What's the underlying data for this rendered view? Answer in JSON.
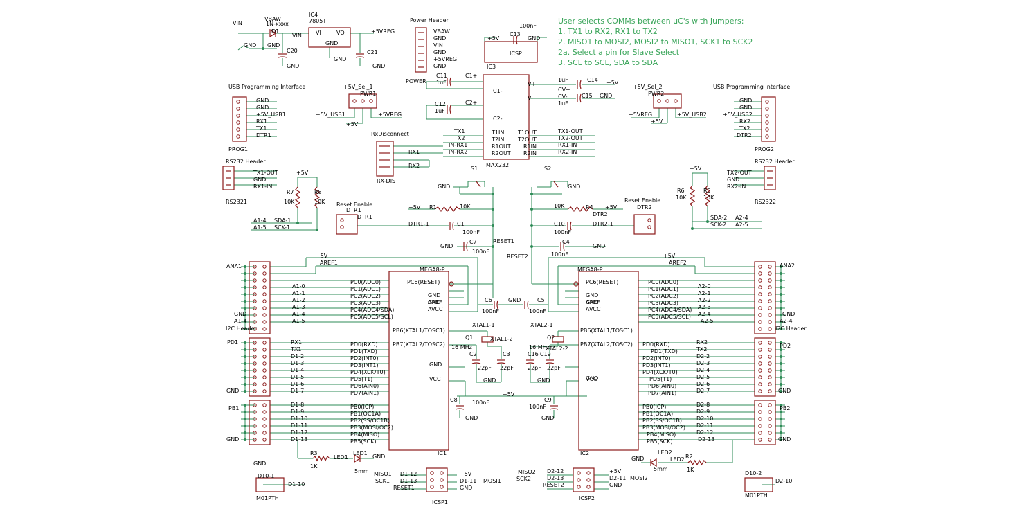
{
  "colors": {
    "wire": "#2e8b57",
    "part": "#8b1a1a",
    "note": "#3aa55a",
    "label": "#000000"
  },
  "notes": [
    "User selects COMMs between uC's with Jumpers:",
    "1. TX1 to RX2, RX1 to TX2",
    "2.  MISO1 to MOSI2, MOSI2 to MISO1, SCK1 to SCK2",
    "2a. Select a pin for Slave Select",
    "3. SCL to SCL, SDA to SDA"
  ],
  "labels": [
    {
      "t": "VIN"
    },
    {
      "t": "GND"
    },
    {
      "t": "VBAW"
    },
    {
      "t": "1N-xxxx"
    },
    {
      "t": "D1"
    },
    {
      "t": "VIN"
    },
    {
      "t": "GND"
    },
    {
      "t": "C20"
    },
    {
      "t": "GND"
    },
    {
      "t": "IC4"
    },
    {
      "t": "7805T"
    },
    {
      "t": "VI"
    },
    {
      "t": "VO"
    },
    {
      "t": "GND"
    },
    {
      "t": "GND"
    },
    {
      "t": "+5VREG"
    },
    {
      "t": "C21"
    },
    {
      "t": "GND"
    },
    {
      "t": "Power Header"
    },
    {
      "t": "VBAW"
    },
    {
      "t": "GND"
    },
    {
      "t": "VIN"
    },
    {
      "t": "GND"
    },
    {
      "t": "+5VREG"
    },
    {
      "t": "GND"
    },
    {
      "t": "POWER"
    },
    {
      "t": "+5V"
    },
    {
      "t": "C13"
    },
    {
      "t": "100nF"
    },
    {
      "t": "GND"
    },
    {
      "t": "ICSP"
    },
    {
      "t": "IC3"
    },
    {
      "t": "C11"
    },
    {
      "t": "1uF"
    },
    {
      "t": "C1+"
    },
    {
      "t": "C1-"
    },
    {
      "t": "C12"
    },
    {
      "t": "1uF"
    },
    {
      "t": "C2+"
    },
    {
      "t": "C2-"
    },
    {
      "t": "V+"
    },
    {
      "t": "V-"
    },
    {
      "t": "1uF"
    },
    {
      "t": "C14"
    },
    {
      "t": "+5V"
    },
    {
      "t": "CV+"
    },
    {
      "t": "CV-"
    },
    {
      "t": "1uF"
    },
    {
      "t": "C15"
    },
    {
      "t": "GND"
    },
    {
      "t": "T1IN"
    },
    {
      "t": "T2IN"
    },
    {
      "t": "R1OUT"
    },
    {
      "t": "R2OUT"
    },
    {
      "t": "T1OUT"
    },
    {
      "t": "T2OUT"
    },
    {
      "t": "R1IN"
    },
    {
      "t": "R2IN"
    },
    {
      "t": "MAX232"
    },
    {
      "t": "TX1"
    },
    {
      "t": "TX2"
    },
    {
      "t": "IN-RX1"
    },
    {
      "t": "IN-RX2"
    },
    {
      "t": "TX1-OUT"
    },
    {
      "t": "TX2-OUT"
    },
    {
      "t": "RX1-IN"
    },
    {
      "t": "RX2-IN"
    },
    {
      "t": "USB Programming Interface"
    },
    {
      "t": "GND"
    },
    {
      "t": "GND"
    },
    {
      "t": "+5V_USB1"
    },
    {
      "t": "RX1"
    },
    {
      "t": "TX1"
    },
    {
      "t": "DTR1"
    },
    {
      "t": "PROG1"
    },
    {
      "t": "+5V_Sel_1"
    },
    {
      "t": "PWR1"
    },
    {
      "t": "+5V_USB1"
    },
    {
      "t": "+5VREG"
    },
    {
      "t": "+5V"
    },
    {
      "t": "+5V_Sel_2"
    },
    {
      "t": "PWR2"
    },
    {
      "t": "+5VREG"
    },
    {
      "t": "+5V_USB2"
    },
    {
      "t": "+5V"
    },
    {
      "t": "USB Programming Interface"
    },
    {
      "t": "GND"
    },
    {
      "t": "GND"
    },
    {
      "t": "+5V_USB2"
    },
    {
      "t": "RX2"
    },
    {
      "t": "TX2"
    },
    {
      "t": "DTR2"
    },
    {
      "t": "PROG2"
    },
    {
      "t": "RxDisconnect"
    },
    {
      "t": "RX1"
    },
    {
      "t": "RX2"
    },
    {
      "t": "RX-DIS"
    },
    {
      "t": "RS232 Header"
    },
    {
      "t": "TX1-OUT"
    },
    {
      "t": "GND"
    },
    {
      "t": "RX1-IN"
    },
    {
      "t": "RS2321"
    },
    {
      "t": "+5V"
    },
    {
      "t": "R7"
    },
    {
      "t": "R8"
    },
    {
      "t": "10K"
    },
    {
      "t": "10K"
    },
    {
      "t": "SDA-1"
    },
    {
      "t": "SCK-1"
    },
    {
      "t": "A1-4"
    },
    {
      "t": "A1-5"
    },
    {
      "t": "RS232 Header"
    },
    {
      "t": "TX2-OUT"
    },
    {
      "t": "GND"
    },
    {
      "t": "RX2-IN"
    },
    {
      "t": "RS2322"
    },
    {
      "t": "+5V"
    },
    {
      "t": "R6"
    },
    {
      "t": "R5"
    },
    {
      "t": "10K"
    },
    {
      "t": "10K"
    },
    {
      "t": "SDA-2"
    },
    {
      "t": "SCK-2"
    },
    {
      "t": "A2-4"
    },
    {
      "t": "A2-5"
    },
    {
      "t": "S1"
    },
    {
      "t": "GND"
    },
    {
      "t": "S2"
    },
    {
      "t": "GND"
    },
    {
      "t": "Reset Enable"
    },
    {
      "t": "DTR1"
    },
    {
      "t": "DTR1"
    },
    {
      "t": "+5V"
    },
    {
      "t": "R1"
    },
    {
      "t": "10K"
    },
    {
      "t": "DTR1-1"
    },
    {
      "t": "C1"
    },
    {
      "t": "100nF"
    },
    {
      "t": "Reset Enable"
    },
    {
      "t": "DTR2"
    },
    {
      "t": "DTR2"
    },
    {
      "t": "10K"
    },
    {
      "t": "R4"
    },
    {
      "t": "+5V"
    },
    {
      "t": "C10"
    },
    {
      "t": "DTR2-1"
    },
    {
      "t": "100nF"
    },
    {
      "t": "RESET1"
    },
    {
      "t": "GND"
    },
    {
      "t": "C7"
    },
    {
      "t": "100nF"
    },
    {
      "t": "C4"
    },
    {
      "t": "GND"
    },
    {
      "t": "100nF"
    },
    {
      "t": "RESET2"
    },
    {
      "t": "ANA1"
    },
    {
      "t": "+5V"
    },
    {
      "t": "AREF1"
    },
    {
      "t": "MEGA8-P"
    },
    {
      "t": "PC6(RESET)"
    },
    {
      "t": "PC0(ADC0)"
    },
    {
      "t": "PC1(ADC1)"
    },
    {
      "t": "PC2(ADC2)"
    },
    {
      "t": "PC3(ADC3)"
    },
    {
      "t": "PC4(ADC4/SDA)"
    },
    {
      "t": "PC5(ADC5/SCL)"
    },
    {
      "t": "A1-0"
    },
    {
      "t": "A1-1"
    },
    {
      "t": "A1-2"
    },
    {
      "t": "A1-3"
    },
    {
      "t": "A1-4"
    },
    {
      "t": "A1-5"
    },
    {
      "t": "GND"
    },
    {
      "t": "A1-4"
    },
    {
      "t": "I2C Header"
    },
    {
      "t": "GND"
    },
    {
      "t": "GND"
    },
    {
      "t": "AREF"
    },
    {
      "t": "AVCC"
    },
    {
      "t": "C6"
    },
    {
      "t": "GND"
    },
    {
      "t": "C5"
    },
    {
      "t": "100nF"
    },
    {
      "t": "100nF"
    },
    {
      "t": "ANA2"
    },
    {
      "t": "+5V"
    },
    {
      "t": "AREF2"
    },
    {
      "t": "MEGA8-P"
    },
    {
      "t": "PC6(RESET)"
    },
    {
      "t": "PC0(ADC0)"
    },
    {
      "t": "PC1(ADC1)"
    },
    {
      "t": "PC2(ADC2)"
    },
    {
      "t": "PC3(ADC3)"
    },
    {
      "t": "PC4(ADC4/SDA)"
    },
    {
      "t": "PC5(ADC5/SCL)"
    },
    {
      "t": "A2-0"
    },
    {
      "t": "A2-1"
    },
    {
      "t": "A2-2"
    },
    {
      "t": "A2-3"
    },
    {
      "t": "A2-4"
    },
    {
      "t": "A2-5"
    },
    {
      "t": "GND"
    },
    {
      "t": "A2-4"
    },
    {
      "t": "I2C Header"
    },
    {
      "t": "GND"
    },
    {
      "t": "GND"
    },
    {
      "t": "AREF"
    },
    {
      "t": "AVCC"
    },
    {
      "t": "PB6(XTAL1/TOSC1)"
    },
    {
      "t": "PB7(XTAL2/TOSC2)"
    },
    {
      "t": "XTAL1-1"
    },
    {
      "t": "Q1"
    },
    {
      "t": "XTAL1-2"
    },
    {
      "t": "16 MHz"
    },
    {
      "t": "C2"
    },
    {
      "t": "C3"
    },
    {
      "t": "22pF"
    },
    {
      "t": "22pF"
    },
    {
      "t": "GND"
    },
    {
      "t": "PB6(XTAL1/TOSC1)"
    },
    {
      "t": "PB7(XTAL2/TOSC2)"
    },
    {
      "t": "XTAL2-1"
    },
    {
      "t": "Q2"
    },
    {
      "t": "XTAL2-2"
    },
    {
      "t": "16 MHz"
    },
    {
      "t": "C16"
    },
    {
      "t": "C19"
    },
    {
      "t": "22pF"
    },
    {
      "t": "22pF"
    },
    {
      "t": "GND"
    },
    {
      "t": "PD1"
    },
    {
      "t": "RX1"
    },
    {
      "t": "TX1"
    },
    {
      "t": "D1-2"
    },
    {
      "t": "D1-3"
    },
    {
      "t": "D1-4"
    },
    {
      "t": "D1-5"
    },
    {
      "t": "D1-6"
    },
    {
      "t": "D1-7"
    },
    {
      "t": "GND"
    },
    {
      "t": "PD0(RXD)"
    },
    {
      "t": "PD1(TXD)"
    },
    {
      "t": "PD2(INT0)"
    },
    {
      "t": "PD3(INT1)"
    },
    {
      "t": "PD4(XCK/T0)"
    },
    {
      "t": "PD5(T1)"
    },
    {
      "t": "PD6(AIN0)"
    },
    {
      "t": "PD7(AIN1)"
    },
    {
      "t": "GND"
    },
    {
      "t": "VCC"
    },
    {
      "t": "C8"
    },
    {
      "t": "100nF"
    },
    {
      "t": "+5V"
    },
    {
      "t": "GND"
    },
    {
      "t": "C9"
    },
    {
      "t": "100nF"
    },
    {
      "t": "GND"
    },
    {
      "t": "PD2"
    },
    {
      "t": "RX2"
    },
    {
      "t": "TX2"
    },
    {
      "t": "D2-2"
    },
    {
      "t": "D2-3"
    },
    {
      "t": "D2-4"
    },
    {
      "t": "D2-5"
    },
    {
      "t": "D2-6"
    },
    {
      "t": "D2-7"
    },
    {
      "t": "GND"
    },
    {
      "t": "PD0(RXD)"
    },
    {
      "t": "PD1(TXD)"
    },
    {
      "t": "PD2(INT0)"
    },
    {
      "t": "PD3(INT1)"
    },
    {
      "t": "PD4(XCK/T0)"
    },
    {
      "t": "PD5(T1)"
    },
    {
      "t": "PD6(AIN0)"
    },
    {
      "t": "PD7(AIN1)"
    },
    {
      "t": "GND"
    },
    {
      "t": "VCC"
    },
    {
      "t": "PB1"
    },
    {
      "t": "D1-8"
    },
    {
      "t": "D1-9"
    },
    {
      "t": "D1-10"
    },
    {
      "t": "D1-11"
    },
    {
      "t": "D1-12"
    },
    {
      "t": "D1-13"
    },
    {
      "t": "GND"
    },
    {
      "t": "PB0(ICP)"
    },
    {
      "t": "PB1(OC1A)"
    },
    {
      "t": "PB2(SS/OC1B)"
    },
    {
      "t": "PB3(MOSI/OC2)"
    },
    {
      "t": "PB4(MISO)"
    },
    {
      "t": "PB5(SCK)"
    },
    {
      "t": "IC1"
    },
    {
      "t": "PB2"
    },
    {
      "t": "D2-8"
    },
    {
      "t": "D2-9"
    },
    {
      "t": "D2-10"
    },
    {
      "t": "D2-11"
    },
    {
      "t": "D2-12"
    },
    {
      "t": "D2-13"
    },
    {
      "t": "GND"
    },
    {
      "t": "PB0(ICP)"
    },
    {
      "t": "PB1(OC1A)"
    },
    {
      "t": "PB2(SS/OC1B)"
    },
    {
      "t": "PB3(MOSI/OC2)"
    },
    {
      "t": "PB4(MISO)"
    },
    {
      "t": "PB5(SCK)"
    },
    {
      "t": "IC2"
    },
    {
      "t": "R3"
    },
    {
      "t": "1K"
    },
    {
      "t": "LED1"
    },
    {
      "t": "LED1"
    },
    {
      "t": "GND"
    },
    {
      "t": "5mm"
    },
    {
      "t": "GND"
    },
    {
      "t": "LED2"
    },
    {
      "t": "LED2"
    },
    {
      "t": "5mm"
    },
    {
      "t": "R2"
    },
    {
      "t": "1K"
    },
    {
      "t": "GND"
    },
    {
      "t": "D10-1"
    },
    {
      "t": "D1-10"
    },
    {
      "t": "M01PTH"
    },
    {
      "t": "MISO1"
    },
    {
      "t": "SCK1"
    },
    {
      "t": "D1-12"
    },
    {
      "t": "D1-13"
    },
    {
      "t": "RESET1"
    },
    {
      "t": "+5V"
    },
    {
      "t": "D1-11"
    },
    {
      "t": "GND"
    },
    {
      "t": "MOSI1"
    },
    {
      "t": "ICSP1"
    },
    {
      "t": "MISO2"
    },
    {
      "t": "SCK2"
    },
    {
      "t": "D2-12"
    },
    {
      "t": "D2-13"
    },
    {
      "t": "RESET2"
    },
    {
      "t": "+5V"
    },
    {
      "t": "D2-11"
    },
    {
      "t": "GND"
    },
    {
      "t": "MOSI2"
    },
    {
      "t": "ICSP2"
    },
    {
      "t": "D10-2"
    },
    {
      "t": "D2-10"
    },
    {
      "t": "M01PTH"
    }
  ]
}
